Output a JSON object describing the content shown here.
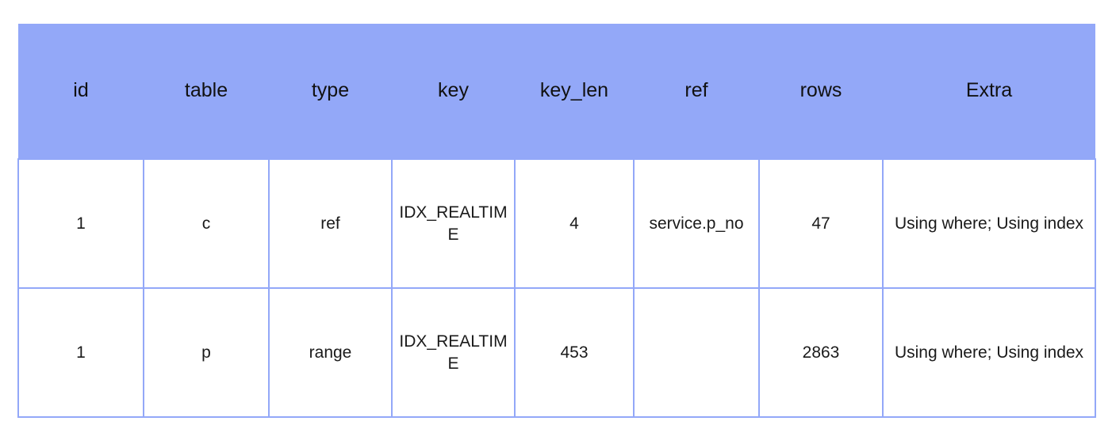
{
  "table": {
    "name": "mysql-explain-plan",
    "accent_color": "#93a8f8",
    "header_bg": "#93a8f8",
    "text_color": "#1a1a1a",
    "row_bg": "#ffffff",
    "columns": [
      {
        "key": "id",
        "label": "id"
      },
      {
        "key": "table",
        "label": "table"
      },
      {
        "key": "type",
        "label": "type"
      },
      {
        "key": "key",
        "label": "key"
      },
      {
        "key": "key_len",
        "label": "key_len"
      },
      {
        "key": "ref",
        "label": "ref"
      },
      {
        "key": "rows",
        "label": "rows"
      },
      {
        "key": "extra",
        "label": "Extra"
      }
    ],
    "rows": [
      {
        "id": "1",
        "table": "c",
        "type": "ref",
        "key": "IDX_REALTIME",
        "key_len": "4",
        "ref": "service.p_no",
        "rows": "47",
        "extra": "Using where; Using index"
      },
      {
        "id": "1",
        "table": "p",
        "type": "range",
        "key": "IDX_REALTIME",
        "key_len": "453",
        "ref": "",
        "rows": "2863",
        "extra": "Using where; Using index"
      }
    ]
  }
}
